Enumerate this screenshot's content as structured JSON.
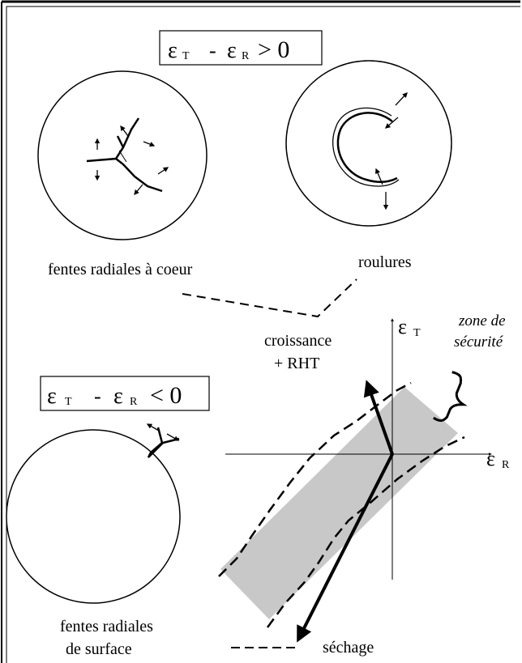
{
  "top_box": {
    "eps_t": "ε",
    "sub_t": "T",
    "minus": "-",
    "eps_r": "ε",
    "sub_r": "R",
    "relation": "> 0"
  },
  "mid_box": {
    "eps_t": "ε",
    "sub_t": "T",
    "minus": "-",
    "eps_r": "ε",
    "sub_r": "R",
    "relation": "< 0"
  },
  "labels": {
    "heart_splits": "fentes radiales à coeur",
    "ring_shakes": "roulures",
    "surface_splits_1": "fentes radiales",
    "surface_splits_2": "de surface",
    "growth_1": "croissance",
    "growth_2": "+ RHT",
    "safety_1": "zone de",
    "safety_2": "sécurité",
    "drying": "séchage"
  },
  "axes": {
    "y_symbol": "ε",
    "y_sub": "T",
    "x_symbol": "ε",
    "x_sub": "R"
  },
  "colors": {
    "zone_fill": "#c8c8c8",
    "ink": "#000000"
  }
}
